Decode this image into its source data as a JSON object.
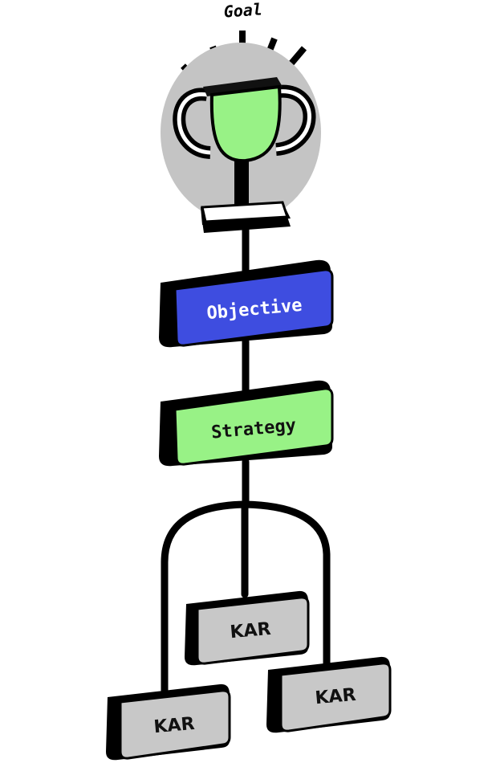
{
  "diagram": {
    "goal": {
      "label": "Goal",
      "icon": "trophy-icon",
      "cup_color": "#98f286",
      "halo_color": "#c4c4c4"
    },
    "objective": {
      "label": "Objective",
      "fill": "#3e4de0",
      "text_color": "#ffffff"
    },
    "strategy": {
      "label": "Strategy",
      "fill": "#98f286",
      "text_color": "#111111"
    },
    "kars": [
      {
        "label": "KAR"
      },
      {
        "label": "KAR"
      },
      {
        "label": "KAR"
      }
    ],
    "kar_fill": "#c8c8c8",
    "line_color": "#000000"
  }
}
